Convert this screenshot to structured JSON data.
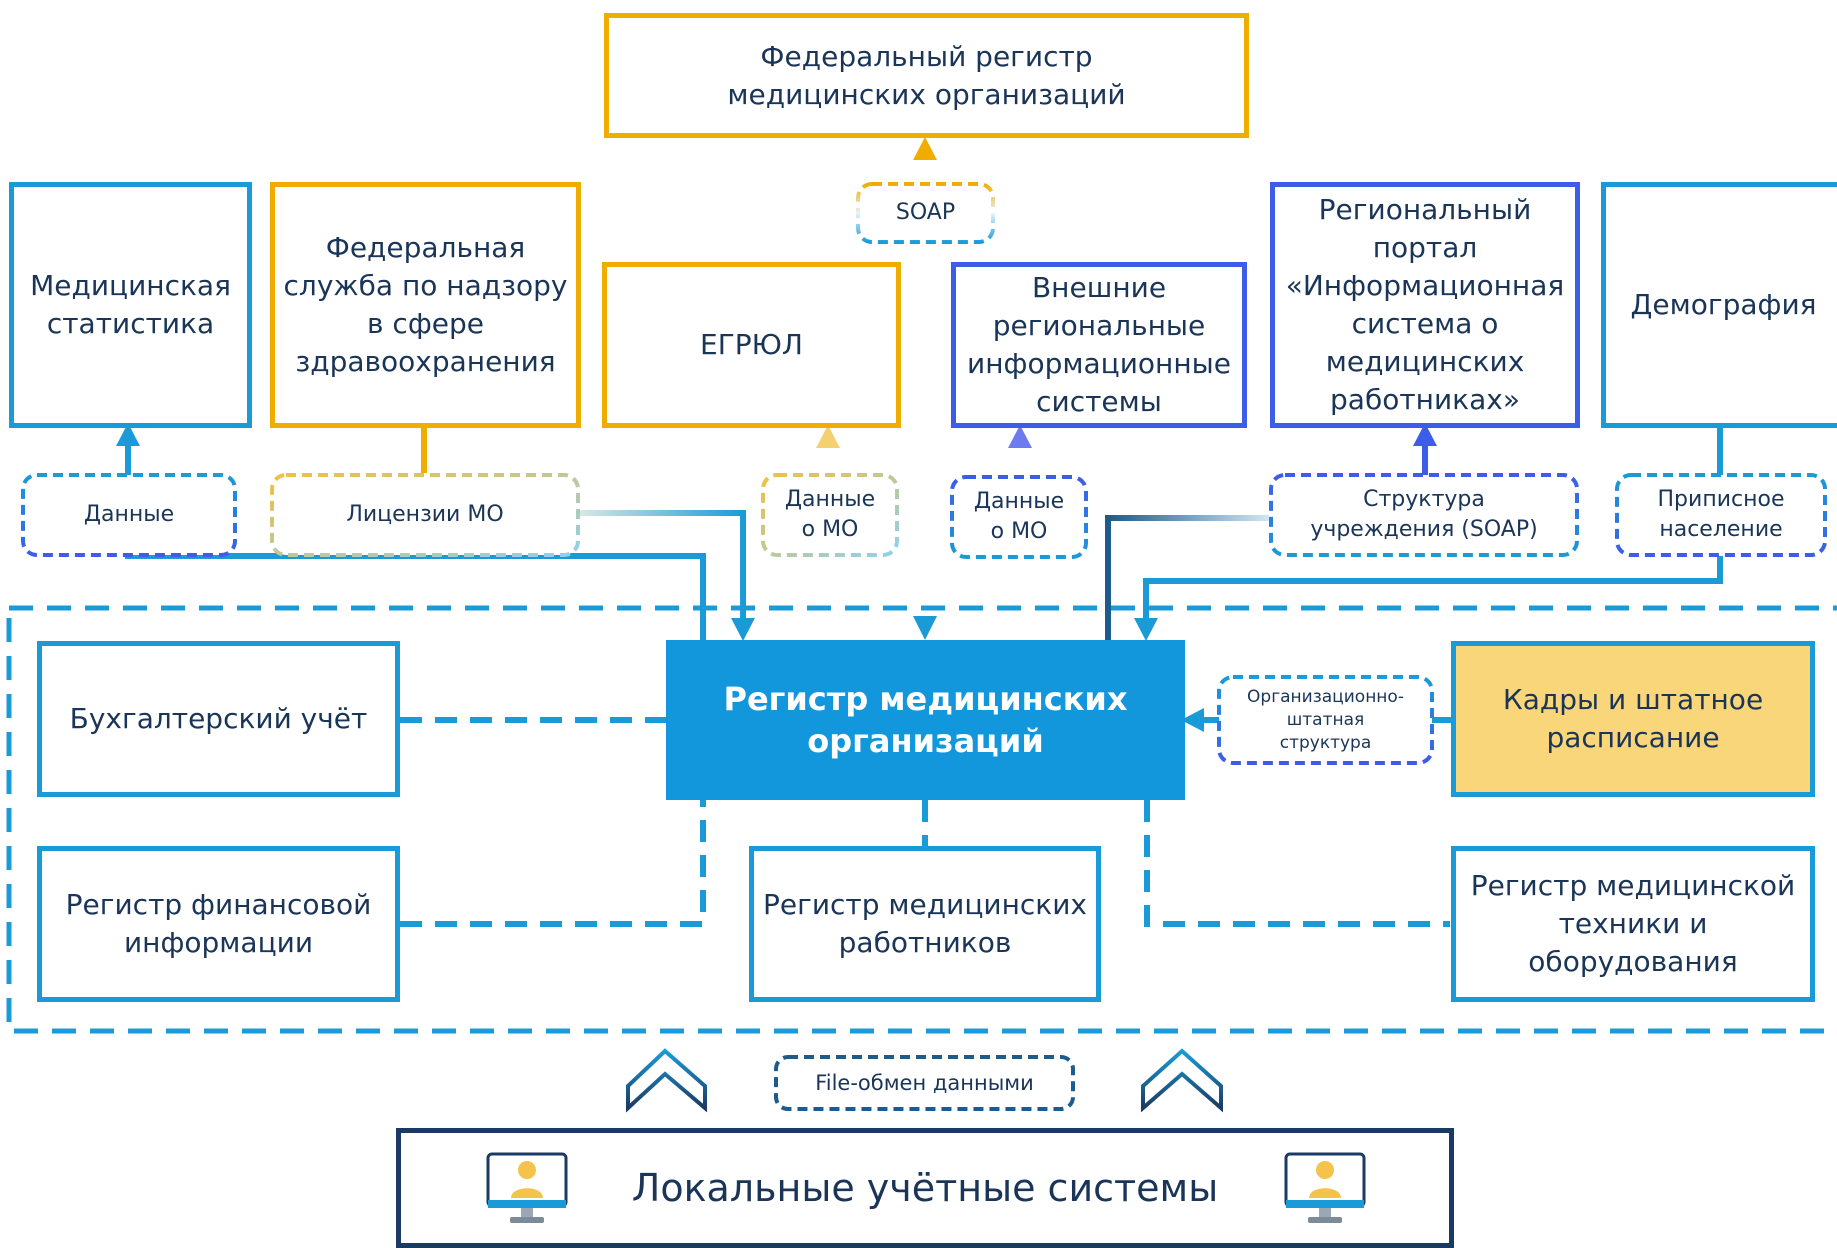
{
  "federal_register": "Федеральный регистр\nмедицинских организаций",
  "soap_label": "SOAP",
  "med_stat": "Медицинская\nстатистика",
  "fed_service": "Федеральная\nслужба по надзору\nв сфере\nздравоохранения",
  "egrul": "ЕГРЮЛ",
  "external_ris": "Внешние\nрегиональные\nинформационные\nсистемы",
  "regional_portal": "Региональный\nпортал\n«Информационная\nсистема о\nмедицинских\nработниках»",
  "demography": "Демография",
  "flow_labels": {
    "data": "Данные",
    "licenses": "Лицензии МО",
    "data_mo_1": "Данные\nо МО",
    "data_mo_2": "Данные\nо МО",
    "structure_soap": "Структура\nучреждения (SOAP)",
    "attached": "Приписное\nнаселение",
    "org_structure": "Организационно-\nштатная\nструктура",
    "file_exchange": "File-обмен данными"
  },
  "central": "Регистр медицинских\nорганизаций",
  "accounting": "Бухгалтерский учёт",
  "finance": "Регистр финансовой\nинформации",
  "workers": "Регистр медицинских\nработников",
  "staff": "Кадры и штатное\nрасписание",
  "equipment": "Регистр медицинской\nтехники и\nоборудования",
  "local_systems": "Локальные учётные системы",
  "colors": {
    "blue": "#1a9bd8",
    "gold": "#f0ad00",
    "royal": "#3d5ce8",
    "central": "#1296dc",
    "staff_fill": "#f9d67a",
    "dark": "#1b3a63"
  }
}
